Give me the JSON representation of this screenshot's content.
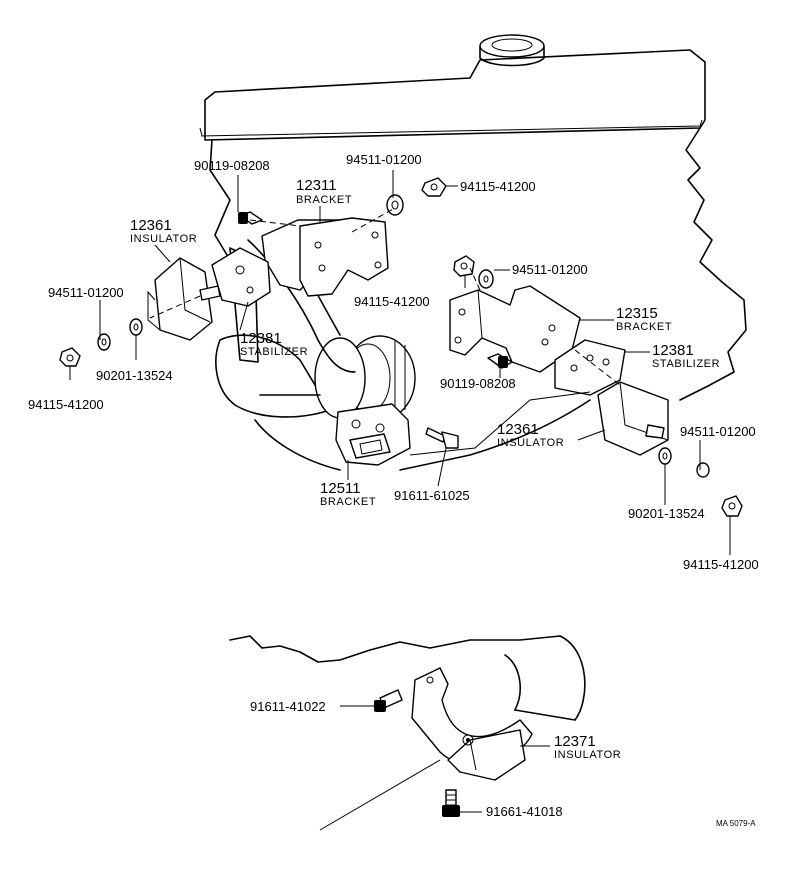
{
  "labels": {
    "p90119_08208_a": "90119-08208",
    "p94511_01200_a": "94511-01200",
    "p94115_41200_a": "94115-41200",
    "p12311": "12311",
    "p12311_desc": "BRACKET",
    "p12361_a": "12361",
    "p12361_a_desc": "INSULATOR",
    "p94511_01200_b": "94511-01200",
    "p94115_41200_b": "94115-41200",
    "p94511_01200_c": "94511-01200",
    "p12381_a": "12381",
    "p12381_a_desc": "STABILIZER",
    "p90201_13524_a": "90201-13524",
    "p94115_41200_c": "94115-41200",
    "p12315": "12315",
    "p12315_desc": "BRACKET",
    "p12381_b": "12381",
    "p12381_b_desc": "STABILIZER",
    "p90119_08208_b": "90119-08208",
    "p12361_b": "12361",
    "p12361_b_desc": "INSULATOR",
    "p94511_01200_d": "94511-01200",
    "p12511": "12511",
    "p12511_desc": "BRACKET",
    "p91611_61025": "91611-61025",
    "p90201_13524_b": "90201-13524",
    "p94115_41200_d": "94115-41200",
    "p91611_41022": "91611-41022",
    "p12371": "12371",
    "p12371_desc": "INSULATOR",
    "p91661_41018": "91661-41018",
    "ref": "MA 5079-A"
  }
}
